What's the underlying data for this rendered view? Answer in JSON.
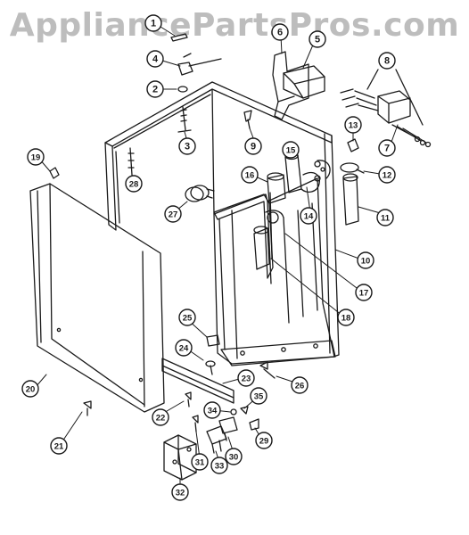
{
  "watermark": "AppliancePartsPros.com",
  "colors": {
    "line": "#1a1a1a",
    "paper": "#ffffff",
    "watermark": "#bdbdbd"
  },
  "parts": [
    {
      "id": "1",
      "label": "1"
    },
    {
      "id": "2",
      "label": "2"
    },
    {
      "id": "3",
      "label": "3"
    },
    {
      "id": "4",
      "label": "4"
    },
    {
      "id": "5",
      "label": "5"
    },
    {
      "id": "6",
      "label": "6"
    },
    {
      "id": "7",
      "label": "7"
    },
    {
      "id": "8",
      "label": "8"
    },
    {
      "id": "9",
      "label": "9"
    },
    {
      "id": "10",
      "label": "10"
    },
    {
      "id": "11",
      "label": "11"
    },
    {
      "id": "12",
      "label": "12"
    },
    {
      "id": "13",
      "label": "13"
    },
    {
      "id": "14",
      "label": "14"
    },
    {
      "id": "15",
      "label": "15"
    },
    {
      "id": "16",
      "label": "16"
    },
    {
      "id": "17",
      "label": "17"
    },
    {
      "id": "18",
      "label": "18"
    },
    {
      "id": "19",
      "label": "19"
    },
    {
      "id": "20",
      "label": "20"
    },
    {
      "id": "21",
      "label": "21"
    },
    {
      "id": "22",
      "label": "22"
    },
    {
      "id": "23",
      "label": "23"
    },
    {
      "id": "24",
      "label": "24"
    },
    {
      "id": "25",
      "label": "25"
    },
    {
      "id": "26",
      "label": "26"
    },
    {
      "id": "27",
      "label": "27"
    },
    {
      "id": "28",
      "label": "28"
    },
    {
      "id": "29",
      "label": "29"
    },
    {
      "id": "30",
      "label": "30"
    },
    {
      "id": "31",
      "label": "31"
    },
    {
      "id": "32",
      "label": "32"
    },
    {
      "id": "33",
      "label": "33"
    },
    {
      "id": "34",
      "label": "34"
    },
    {
      "id": "35",
      "label": "35"
    }
  ]
}
